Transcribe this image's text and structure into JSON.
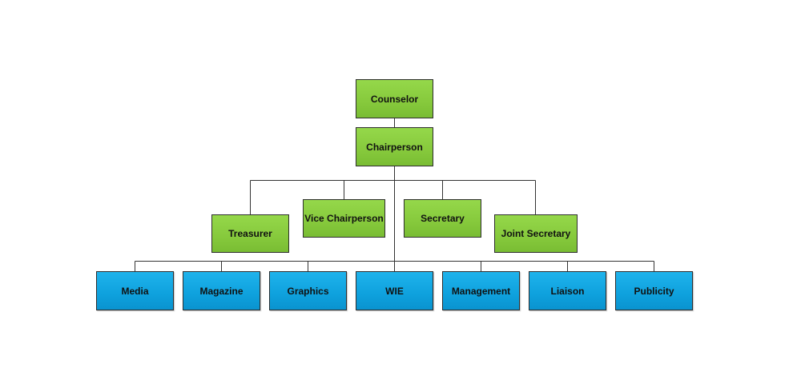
{
  "diagram": {
    "top": [
      {
        "id": "counselor",
        "label": "Counselor"
      },
      {
        "id": "chairperson",
        "label": "Chairperson"
      }
    ],
    "officers": [
      {
        "id": "treasurer",
        "label": "Treasurer"
      },
      {
        "id": "vice-chairperson",
        "label": "Vice Chairperson"
      },
      {
        "id": "secretary",
        "label": "Secretary"
      },
      {
        "id": "joint-secretary",
        "label": "Joint Secretary"
      }
    ],
    "teams": [
      {
        "id": "media",
        "label": "Media"
      },
      {
        "id": "magazine",
        "label": "Magazine"
      },
      {
        "id": "graphics",
        "label": "Graphics"
      },
      {
        "id": "wie",
        "label": "WIE"
      },
      {
        "id": "management",
        "label": "Management"
      },
      {
        "id": "liaison",
        "label": "Liaison"
      },
      {
        "id": "publicity",
        "label": "Publicity"
      }
    ],
    "colors": {
      "officer_fill": "#86c93c",
      "team_fill": "#0ea1dd",
      "border": "#2e2e2e",
      "connector": "#333333"
    }
  }
}
